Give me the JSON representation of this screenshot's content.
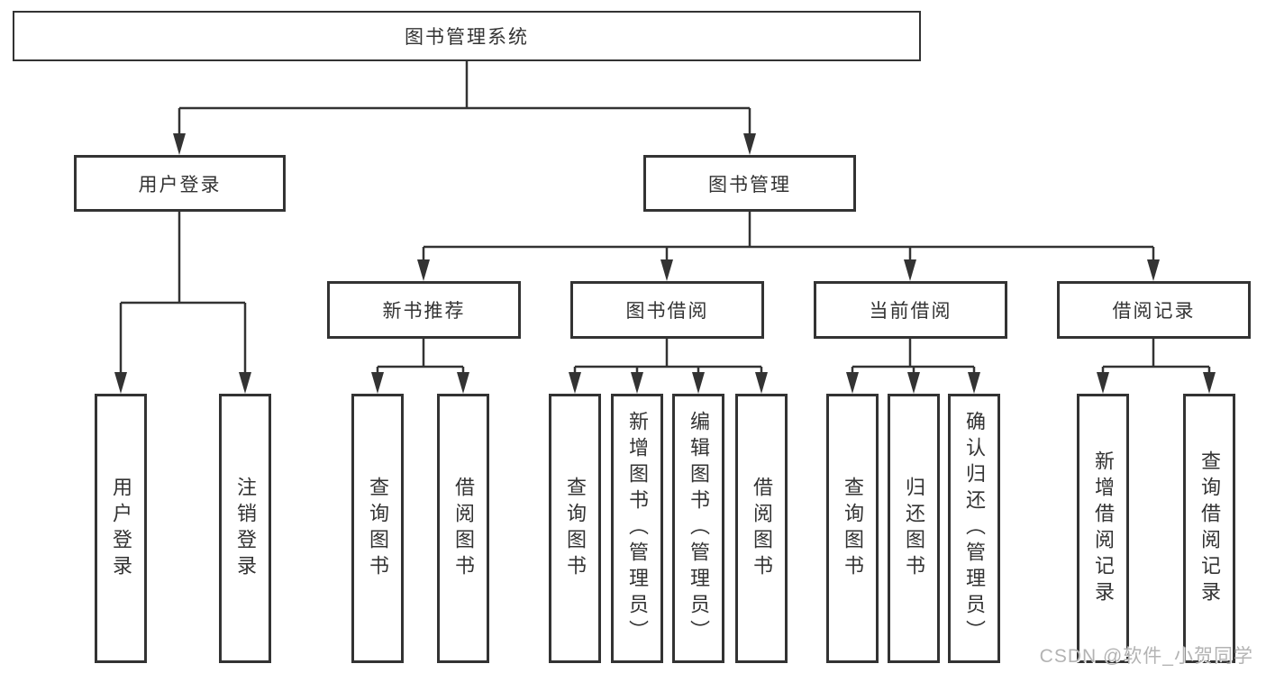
{
  "diagram": {
    "root": {
      "label": "图书管理系统"
    },
    "login": {
      "label": "用户登录",
      "leaves": [
        "用户登录",
        "注销登录"
      ]
    },
    "mgmt": {
      "label": "图书管理",
      "groups": [
        {
          "label": "新书推荐",
          "leaves": [
            "查询图书",
            "借阅图书"
          ]
        },
        {
          "label": "图书借阅",
          "leaves": [
            "查询图书",
            "新增图书（管理员）",
            "编辑图书（管理员）",
            "借阅图书"
          ]
        },
        {
          "label": "当前借阅",
          "leaves": [
            "查询图书",
            "归还图书",
            "确认归还（管理员）"
          ]
        },
        {
          "label": "借阅记录",
          "leaves": [
            "新增借阅记录",
            "查询借阅记录"
          ]
        }
      ]
    },
    "watermark": "CSDN @软件_小贺同学"
  },
  "colors": {
    "line": "#333333",
    "text": "#333333",
    "box_bg": "#ffffff",
    "page_bg": "#ffffff",
    "watermark": "#b3b3b3"
  }
}
